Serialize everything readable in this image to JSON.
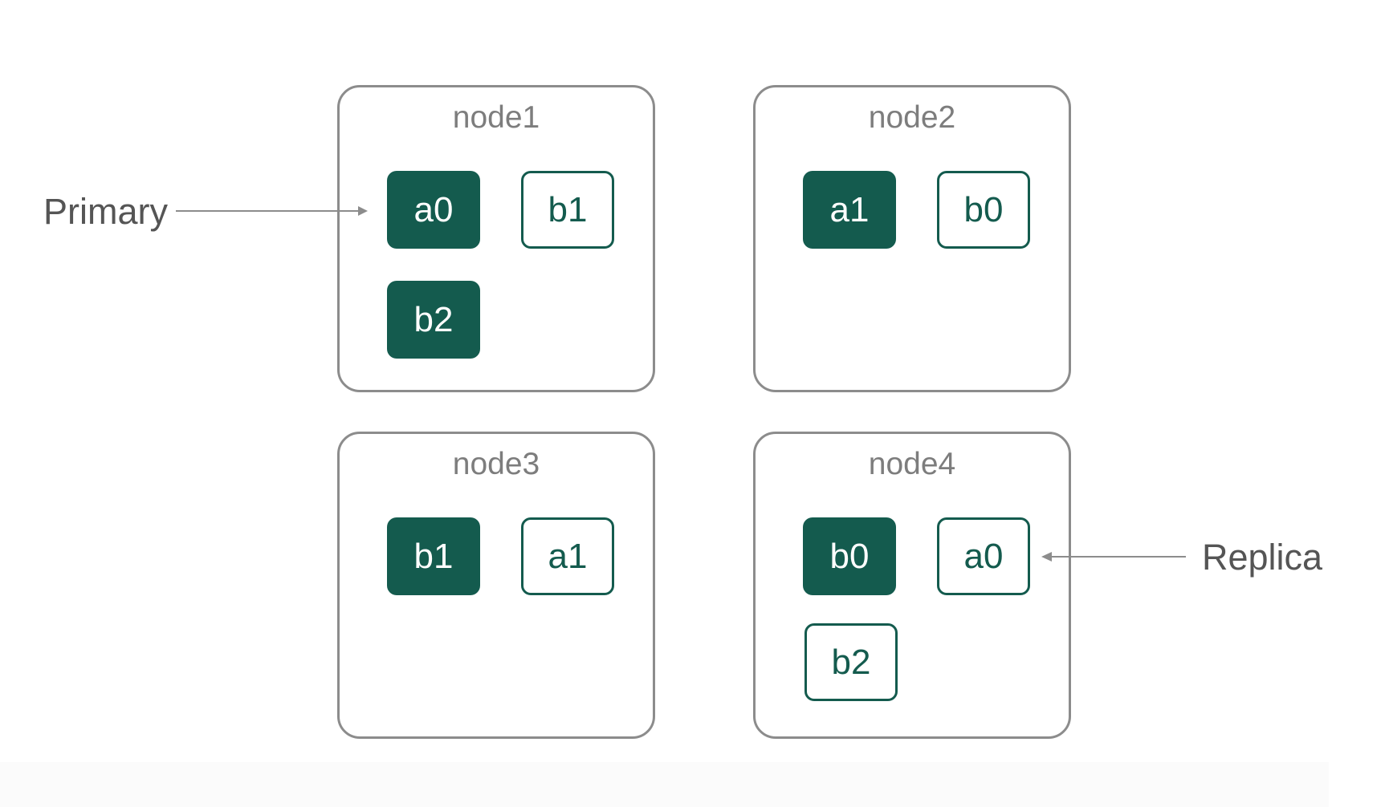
{
  "labels": {
    "primary": "Primary",
    "replica": "Replica"
  },
  "colors": {
    "shard_fill": "#145b4e",
    "node_border": "#8c8c8c",
    "node_title": "#7d7d7d",
    "label_text": "#555555",
    "arrow": "#8c8c8c"
  },
  "nodes": [
    {
      "name": "node1",
      "shards": [
        {
          "label": "a0",
          "role": "primary"
        },
        {
          "label": "b1",
          "role": "replica"
        },
        {
          "label": "b2",
          "role": "primary"
        }
      ]
    },
    {
      "name": "node2",
      "shards": [
        {
          "label": "a1",
          "role": "primary"
        },
        {
          "label": "b0",
          "role": "replica"
        }
      ]
    },
    {
      "name": "node3",
      "shards": [
        {
          "label": "b1",
          "role": "primary"
        },
        {
          "label": "a1",
          "role": "replica"
        }
      ]
    },
    {
      "name": "node4",
      "shards": [
        {
          "label": "b0",
          "role": "primary"
        },
        {
          "label": "a0",
          "role": "replica"
        },
        {
          "label": "b2",
          "role": "replica"
        }
      ]
    }
  ]
}
